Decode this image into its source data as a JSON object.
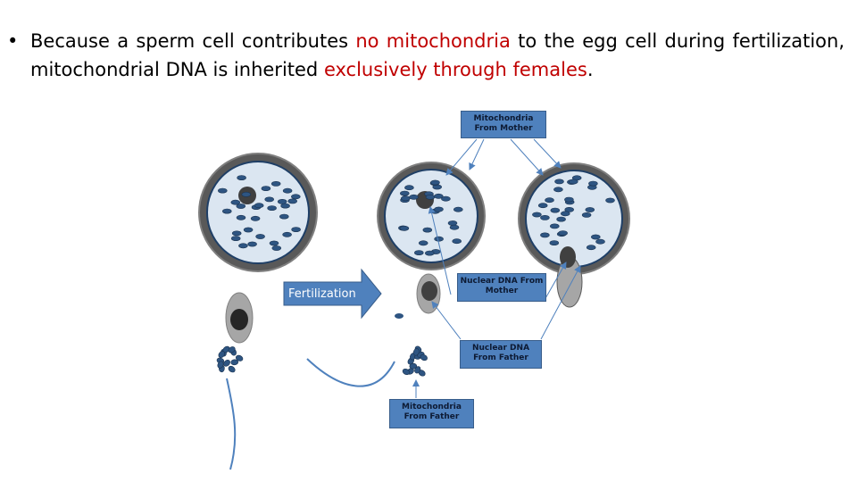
{
  "bullet": {
    "symbol": "•",
    "part1": "Because a sperm cell contributes ",
    "highlight1": "no mitochondria",
    "part2": " to the egg cell during fertilization, mitochondrial DNA is inherited ",
    "highlight2": "exclusively through females",
    "part3": "."
  },
  "diagram": {
    "arrow_label": "Fertilization",
    "labels": {
      "mito_mother": "Mitochondria From Mother",
      "nuclear_mother": "Nuclear DNA From Mother",
      "nuclear_father": "Nuclear DNA From Father",
      "mito_father": "Mitochondria From Father"
    }
  },
  "colors": {
    "highlight": "#c00000",
    "label_fill": "#4f81bd",
    "cell_rim": "#595959",
    "cell_inside": "#dbe6f1",
    "mitochondria": "#2e5582"
  }
}
